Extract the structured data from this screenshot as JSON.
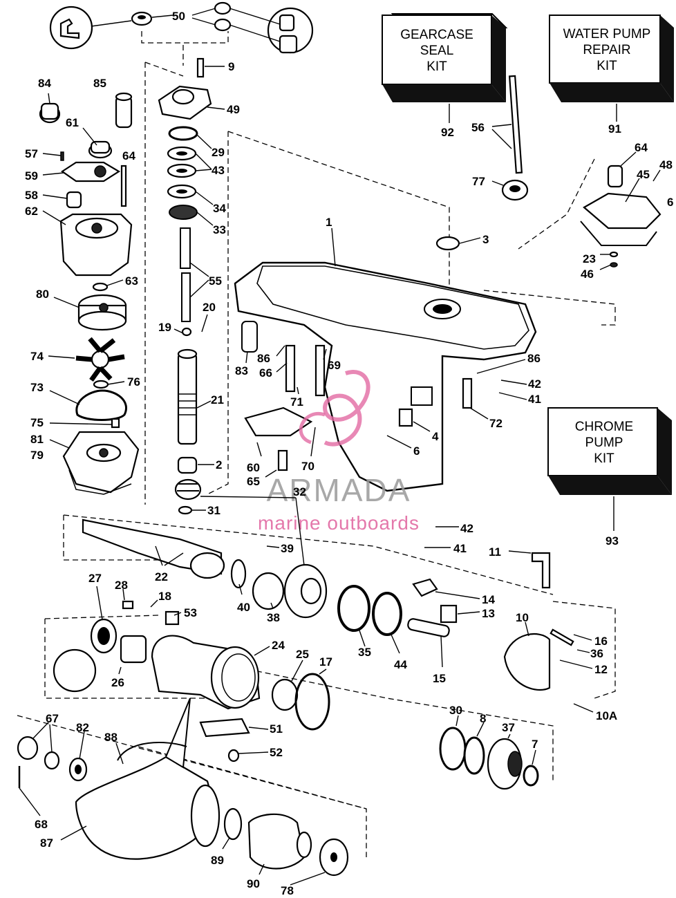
{
  "kits": [
    {
      "id": "gearcase-seal-kit",
      "lines": [
        "GEARCASE",
        "SEAL",
        "KIT"
      ],
      "callout": "92"
    },
    {
      "id": "water-pump-repair-kit",
      "lines": [
        "WATER PUMP",
        "REPAIR",
        "KIT"
      ],
      "callout": "91"
    },
    {
      "id": "chrome-pump-kit",
      "lines": [
        "CHROME",
        "PUMP",
        "KIT"
      ],
      "callout": "93"
    }
  ],
  "callouts": [
    "50",
    "9",
    "49",
    "84",
    "85",
    "61",
    "57",
    "64",
    "59",
    "58",
    "62",
    "29",
    "43",
    "34",
    "33",
    "55",
    "63",
    "80",
    "20",
    "19",
    "74",
    "21",
    "76",
    "73",
    "75",
    "81",
    "79",
    "2",
    "32",
    "31",
    "1",
    "3",
    "56",
    "77",
    "64",
    "45",
    "48",
    "6",
    "23",
    "46",
    "83",
    "86",
    "66",
    "69",
    "71",
    "86",
    "42",
    "41",
    "72",
    "60",
    "70",
    "65",
    "4",
    "6",
    "42",
    "41",
    "39",
    "11",
    "22",
    "40",
    "38",
    "27",
    "28",
    "18",
    "53",
    "14",
    "13",
    "10",
    "16",
    "36",
    "12",
    "10A",
    "24",
    "25",
    "17",
    "35",
    "44",
    "15",
    "26",
    "51",
    "52",
    "30",
    "8",
    "37",
    "7",
    "67",
    "82",
    "88",
    "68",
    "87",
    "89",
    "90",
    "78"
  ],
  "watermark": {
    "brand": "ARMADA",
    "tagline": "marine outboards"
  }
}
